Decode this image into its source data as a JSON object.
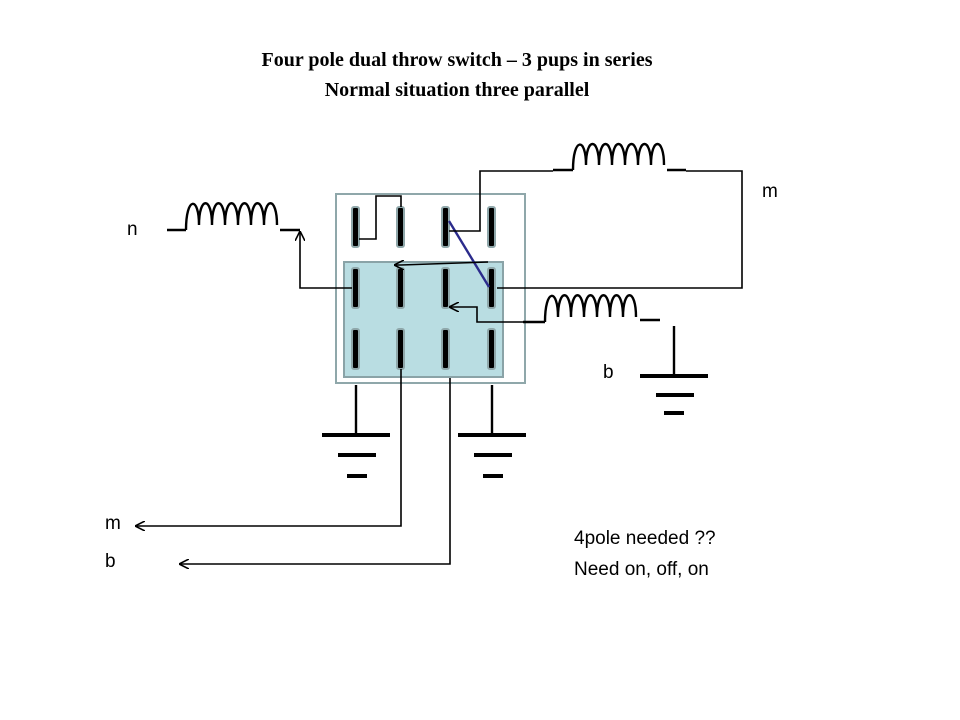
{
  "title": {
    "line1": "Four pole dual throw switch – 3  pups in series",
    "line2": "Normal situation three parallel"
  },
  "labels": {
    "n": "n",
    "m_top": "m",
    "b_right": "b",
    "m_out": "m",
    "b_out": "b"
  },
  "notes": {
    "line1": "4pole needed ??",
    "line2": "Need on, off, on"
  },
  "colors": {
    "switch_body": "#b9dde2",
    "switch_border": "#8aa3a7",
    "outer_border": "#8fa7aa",
    "contact_fill": "#000000",
    "contact_outline": "#8fa7aa",
    "jumper": "#2b2b8c",
    "wire": "#000000"
  },
  "components": [
    "pickup-coil-n",
    "pickup-coil-m",
    "pickup-coil-b",
    "four-pole-switch",
    "ground-symbol"
  ]
}
